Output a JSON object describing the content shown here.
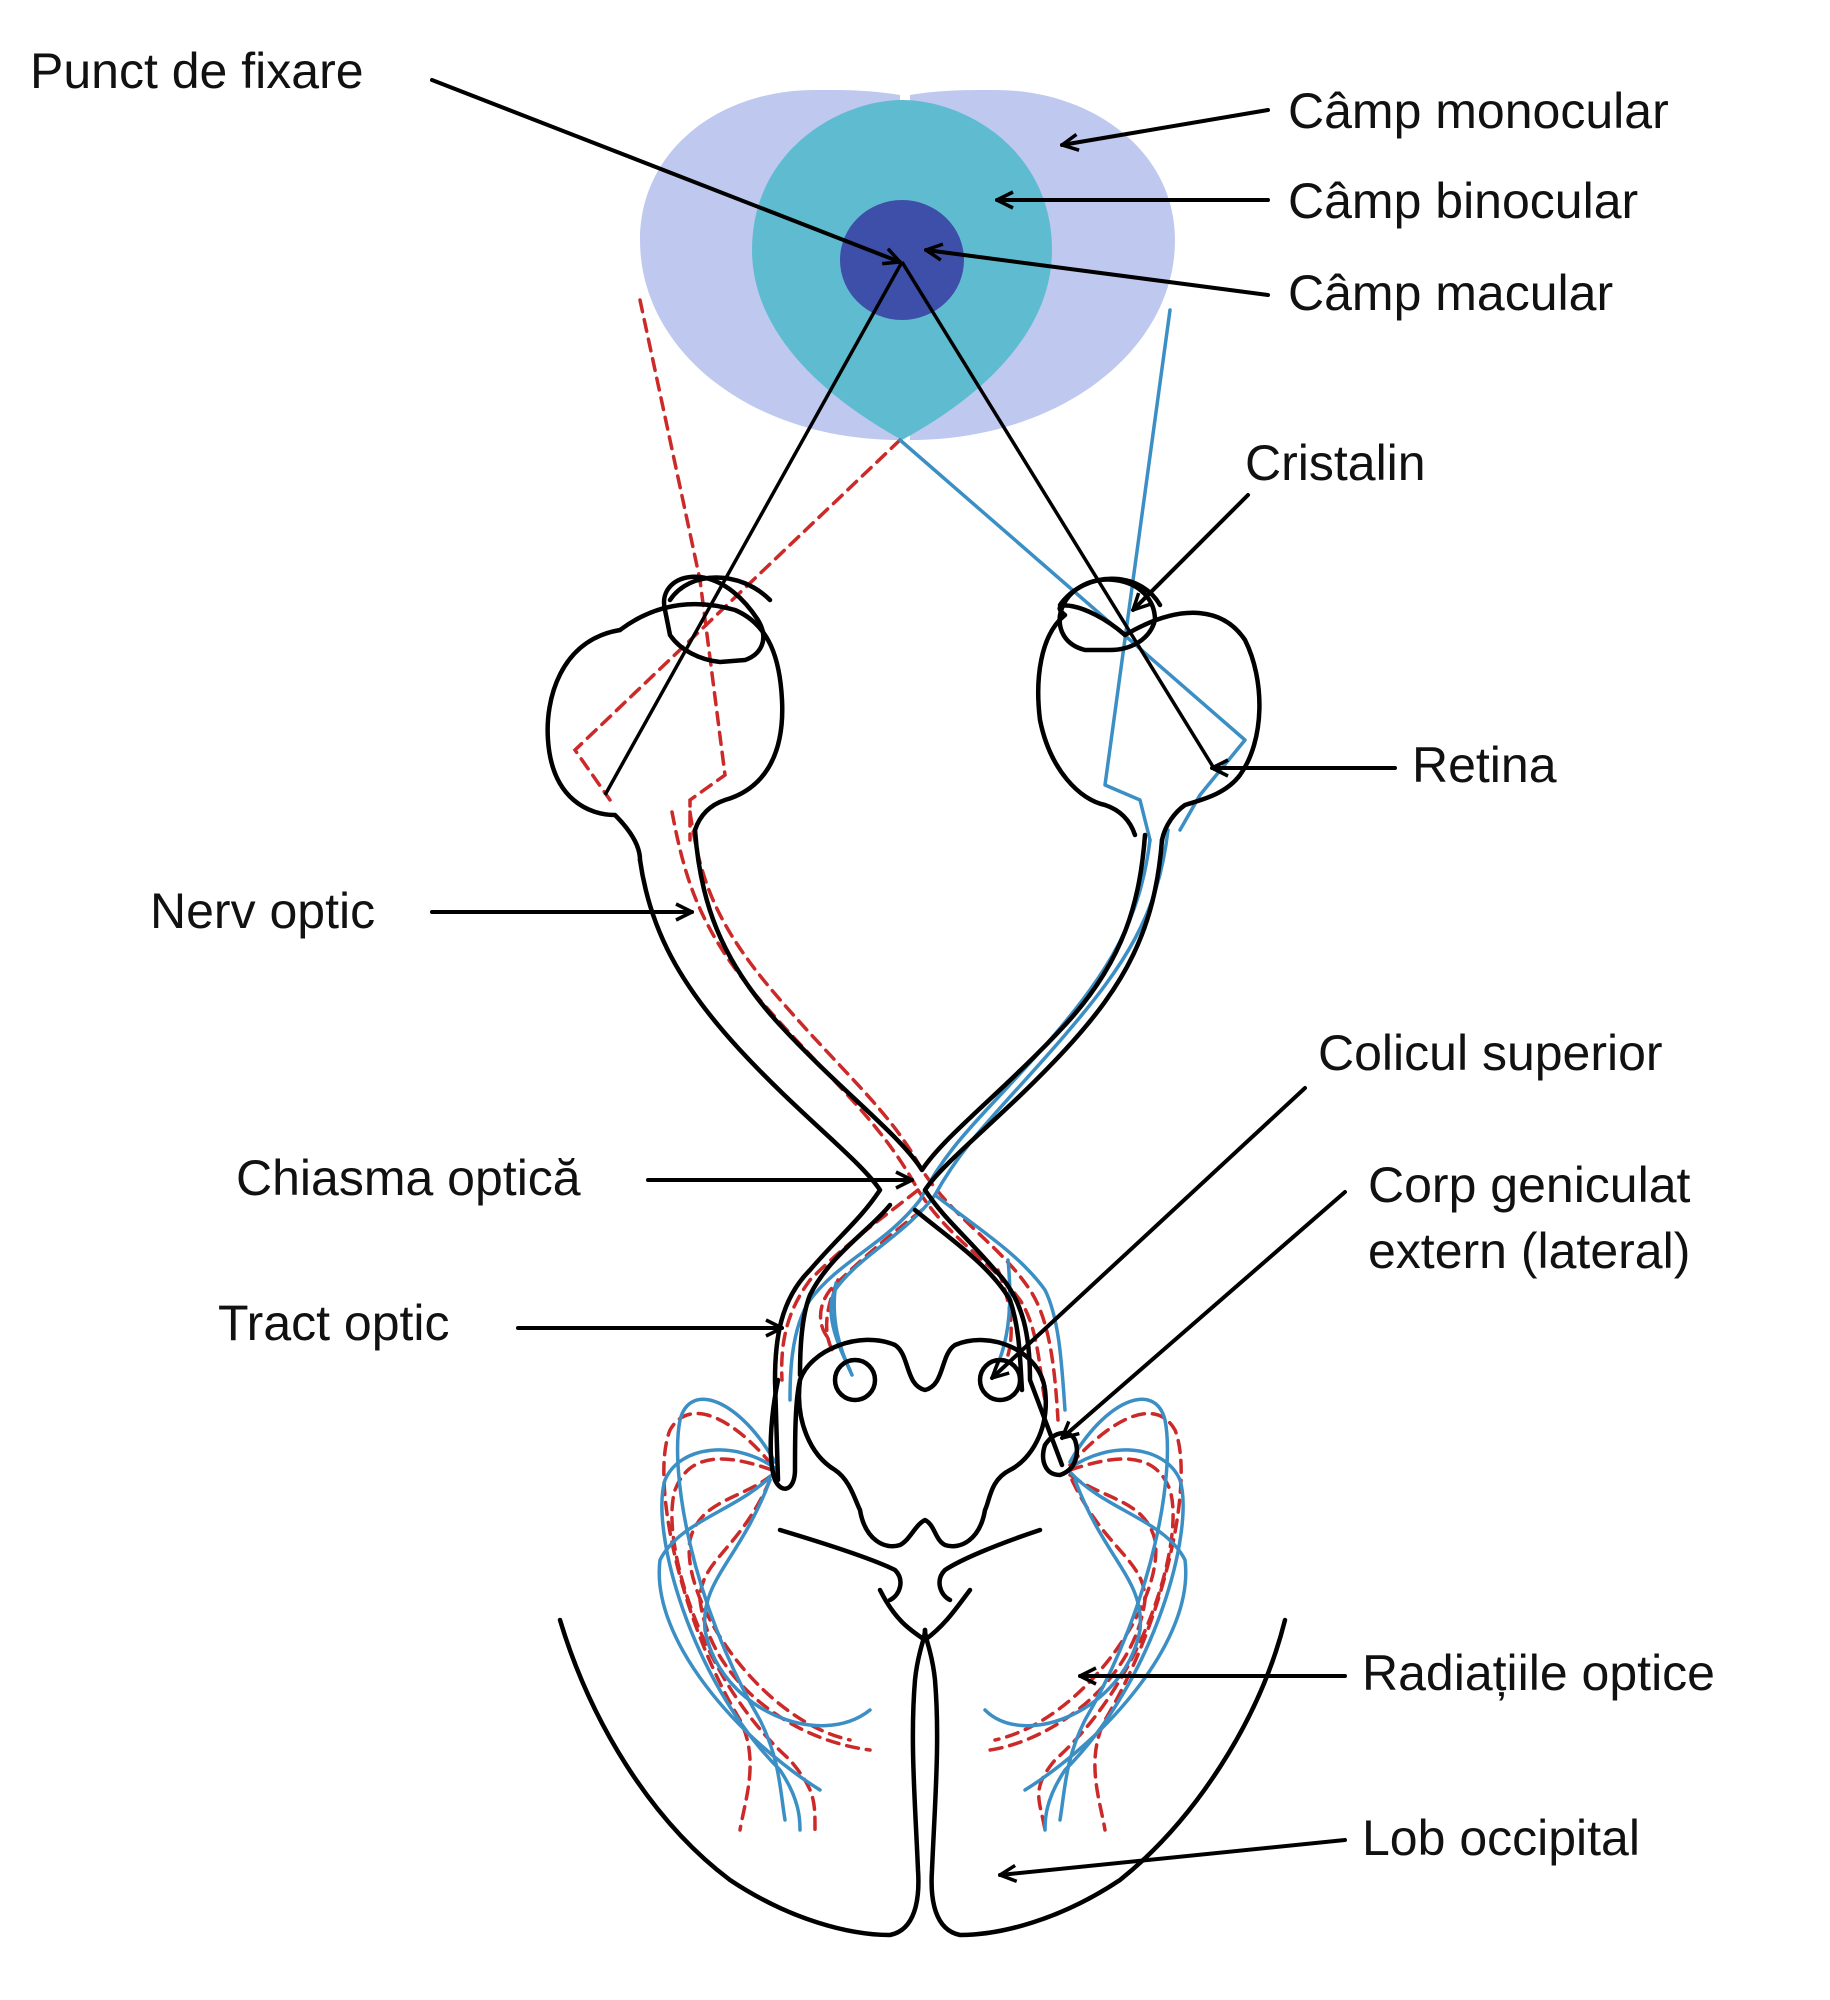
{
  "colors": {
    "monocular_field": "#bfc8ef",
    "binocular_field": "#5fbcd0",
    "macular_field": "#3d4fa8",
    "pathway_blue": "#3b8fc4",
    "pathway_red": "#cc2929",
    "outline": "#000000"
  },
  "labels": {
    "fixation_point": "Punct de fixare",
    "monocular_field": "Câmp monocular",
    "binocular_field": "Câmp binocular",
    "macular_field": "Câmp macular",
    "lens": "Cristalin",
    "retina": "Retina",
    "optic_nerve": "Nerv optic",
    "superior_colliculus": "Colicul superior",
    "optic_chiasm": "Chiasma optică",
    "lateral_geniculate_line1": "Corp geniculat",
    "lateral_geniculate_line2": "extern (lateral)",
    "optic_tract": "Tract optic",
    "optic_radiations": "Radiațiile optice",
    "occipital_lobe": "Lob occipital"
  }
}
